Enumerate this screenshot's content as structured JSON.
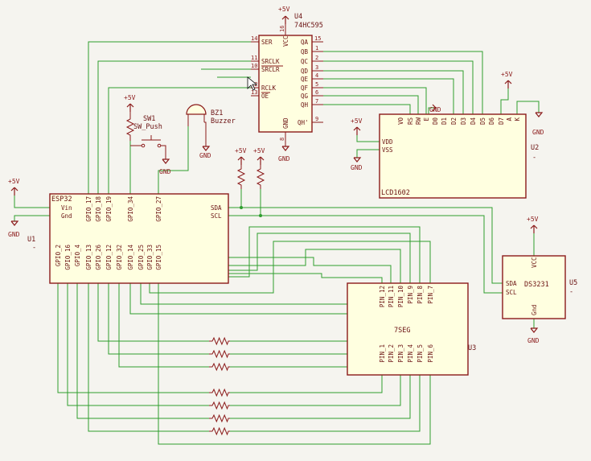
{
  "components": {
    "esp32": {
      "label": "ESP32",
      "ref": "U1",
      "ref_suffix": "-",
      "left_pins": [
        "Vin",
        "Gnd"
      ],
      "top_pins": [
        "GPIO_17",
        "GPIO_18",
        "GPIO_19",
        "GPIO_34",
        "GPIO_27"
      ],
      "right_pins": [
        "SDA",
        "SCL"
      ],
      "bottom_pins": [
        "GPIO_2",
        "GPIO_16",
        "GPIO_4",
        "GPIO_13",
        "GPIO_26",
        "GPIO_12",
        "GPIO_32",
        "GPIO_14",
        "GPIO_25",
        "GPIO_33",
        "GPIO_15"
      ]
    },
    "u4": {
      "ref": "U4",
      "value": "74HC595",
      "left_pins": [
        "SER",
        "SRCLK",
        "SRCLR",
        "RCLK",
        "OE"
      ],
      "left_nums": [
        "14",
        "11",
        "10",
        "12",
        "13"
      ],
      "top_pin": "VCC",
      "top_num": "16",
      "right_pins": [
        "QA",
        "QB",
        "QC",
        "QD",
        "QE",
        "QF",
        "QG",
        "QH"
      ],
      "right_nums": [
        "15",
        "1",
        "2",
        "3",
        "4",
        "5",
        "6",
        "7"
      ],
      "bottom_pin": "GND",
      "bottom_num": "8",
      "qh": "QH'",
      "qh_num": "9"
    },
    "lcd": {
      "label": "LCD1602",
      "ref": "U2",
      "ref_suffix": "-",
      "left_pins": [
        "VDD",
        "VSS"
      ],
      "top_pins": [
        "VO",
        "RS",
        "RW",
        "E",
        "D0",
        "D1",
        "D2",
        "D3",
        "D4",
        "D5",
        "D6",
        "D7",
        "A",
        "K"
      ]
    },
    "seg": {
      "label": "7SEG",
      "ref": "U3",
      "top_pins": [
        "PIN_12",
        "PIN_11",
        "PIN_10",
        "PIN_9",
        "PIN_8",
        "PIN_7"
      ],
      "bottom_pins": [
        "PIN_1",
        "PIN_2",
        "PIN_3",
        "PIN_4",
        "PIN_5",
        "PIN_6"
      ]
    },
    "rtc": {
      "label": "DS3231",
      "ref": "U5",
      "ref_suffix": "-",
      "top_pin": "VCC",
      "left_pins": [
        "SDA",
        "SCL"
      ],
      "bottom_pin": "Gnd"
    },
    "sw": {
      "ref": "SW1",
      "value": "SW_Push"
    },
    "bz": {
      "ref": "BZ1",
      "value": "Buzzer"
    }
  },
  "power": {
    "vcc": "+5V",
    "gnd": "GND"
  },
  "colors": {
    "wire": "#2e9e2e",
    "symbol": "#8b1a1a",
    "fill": "#ffffe0",
    "background": "#f5f4ef"
  }
}
